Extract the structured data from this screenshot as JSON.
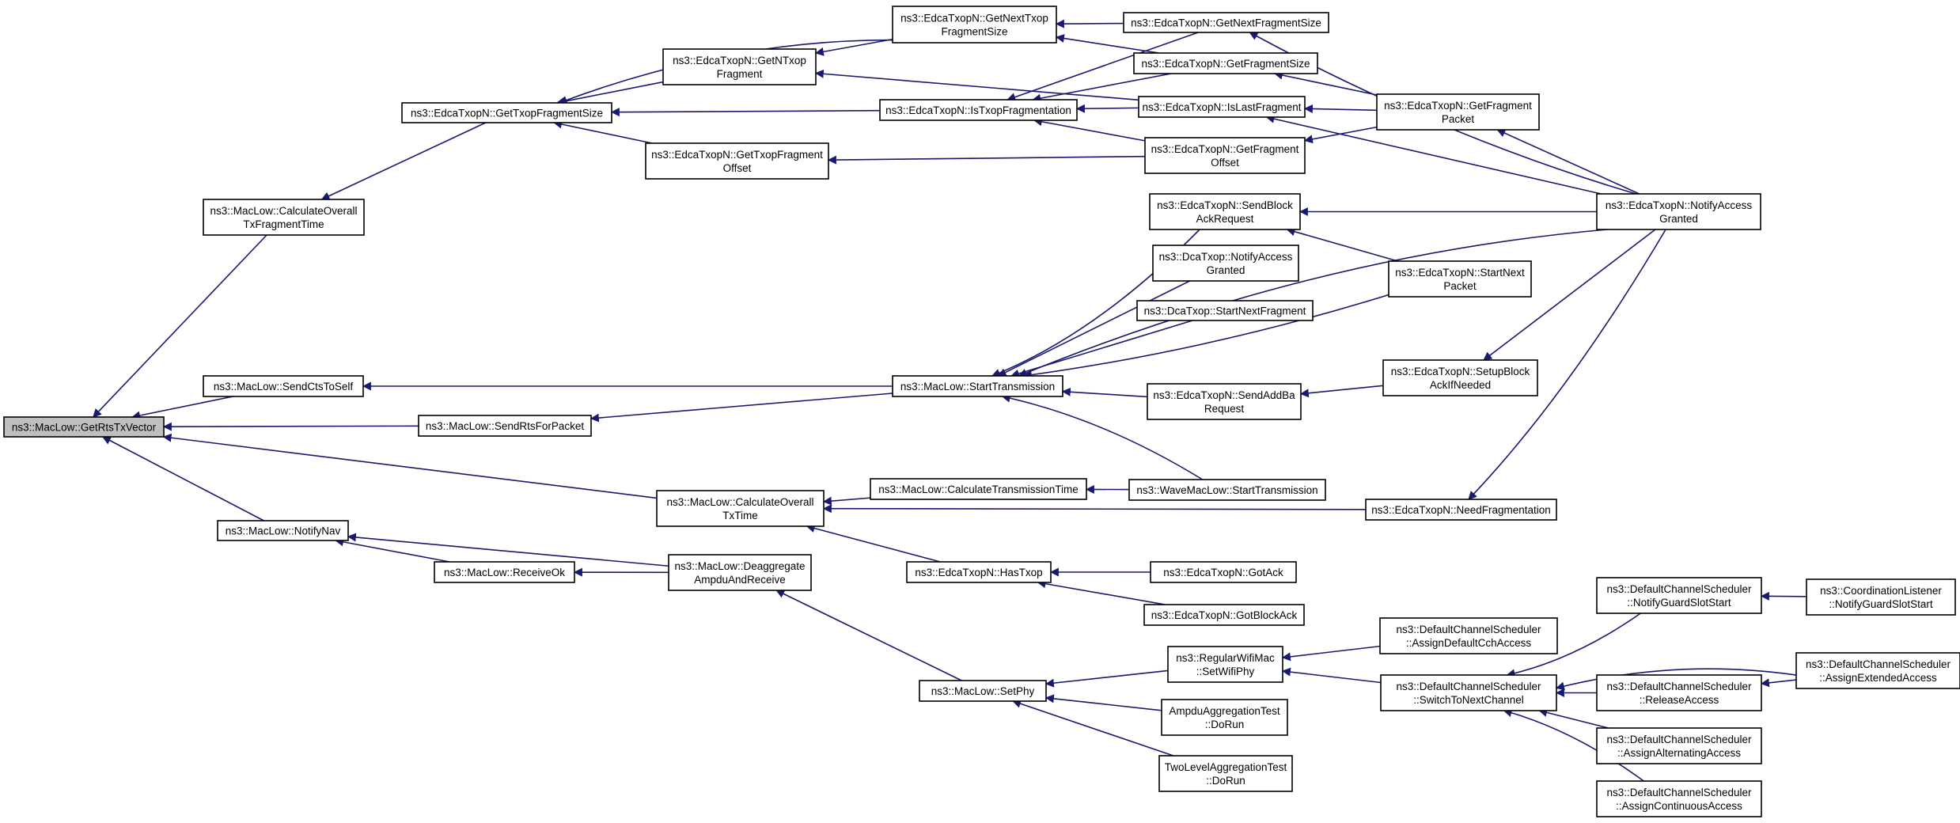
{
  "colors": {
    "edge": "#191970",
    "focus_fill": "#bfbfbf",
    "node_fill": "#ffffff",
    "node_border": "#000000"
  },
  "nodes": {
    "getRts": [
      "ns3::MacLow::GetRtsTxVector"
    ],
    "calcFrag": [
      "ns3::MacLow::CalculateOverall",
      "TxFragmentTime"
    ],
    "sendCts": [
      "ns3::MacLow::SendCtsToSelf"
    ],
    "sendRts": [
      "ns3::MacLow::SendRtsForPacket"
    ],
    "calcTx": [
      "ns3::MacLow::CalculateOverall",
      "TxTime"
    ],
    "notifyNav": [
      "ns3::MacLow::NotifyNav"
    ],
    "receiveOk": [
      "ns3::MacLow::ReceiveOk"
    ],
    "deagg": [
      "ns3::MacLow::Deaggregate",
      "AmpduAndReceive"
    ],
    "getTxopFragSize": [
      "ns3::EdcaTxopN::GetTxopFragmentSize"
    ],
    "getNTxopFrag": [
      "ns3::EdcaTxopN::GetNTxop",
      "Fragment"
    ],
    "getNextTxopFragSize": [
      "ns3::EdcaTxopN::GetNextTxop",
      "FragmentSize"
    ],
    "getTxopFragOffset": [
      "ns3::EdcaTxopN::GetTxopFragment",
      "Offset"
    ],
    "isTxopFrag": [
      "ns3::EdcaTxopN::IsTxopFragmentation"
    ],
    "getNextFragSize": [
      "ns3::EdcaTxopN::GetNextFragmentSize"
    ],
    "getFragSize": [
      "ns3::EdcaTxopN::GetFragmentSize"
    ],
    "isLastFrag": [
      "ns3::EdcaTxopN::IsLastFragment"
    ],
    "getFragOffset": [
      "ns3::EdcaTxopN::GetFragment",
      "Offset"
    ],
    "getFragPacket": [
      "ns3::EdcaTxopN::GetFragment",
      "Packet"
    ],
    "notifyAccess": [
      "ns3::EdcaTxopN::NotifyAccess",
      "Granted"
    ],
    "startTx": [
      "ns3::MacLow::StartTransmission"
    ],
    "sendBlockAck": [
      "ns3::EdcaTxopN::SendBlock",
      "AckRequest"
    ],
    "dcaNotify": [
      "ns3::DcaTxop::NotifyAccess",
      "Granted"
    ],
    "dcaStartNext": [
      "ns3::DcaTxop::StartNextFragment"
    ],
    "sendAddBa": [
      "ns3::EdcaTxopN::SendAddBa",
      "Request"
    ],
    "startNextPacket": [
      "ns3::EdcaTxopN::StartNext",
      "Packet"
    ],
    "setupBlockAck": [
      "ns3::EdcaTxopN::SetupBlock",
      "AckIfNeeded"
    ],
    "calcTransTime": [
      "ns3::MacLow::CalculateTransmissionTime"
    ],
    "waveStartTx": [
      "ns3::WaveMacLow::StartTransmission"
    ],
    "needFrag": [
      "ns3::EdcaTxopN::NeedFragmentation"
    ],
    "hasTxop": [
      "ns3::EdcaTxopN::HasTxop"
    ],
    "gotAck": [
      "ns3::EdcaTxopN::GotAck"
    ],
    "gotBlockAck": [
      "ns3::EdcaTxopN::GotBlockAck"
    ],
    "setPhy": [
      "ns3::MacLow::SetPhy"
    ],
    "regularSetWifiPhy": [
      "ns3::RegularWifiMac",
      "::SetWifiPhy"
    ],
    "ampduTest": [
      "AmpduAggregationTest",
      "::DoRun"
    ],
    "twoLevelTest": [
      "TwoLevelAggregationTest",
      "::DoRun"
    ],
    "assignDefaultCch": [
      "ns3::DefaultChannelScheduler",
      "::AssignDefaultCchAccess"
    ],
    "switchToNext": [
      "ns3::DefaultChannelScheduler",
      "::SwitchToNextChannel"
    ],
    "notifyGuardSlot": [
      "ns3::DefaultChannelScheduler",
      "::NotifyGuardSlotStart"
    ],
    "releaseAccess": [
      "ns3::DefaultChannelScheduler",
      "::ReleaseAccess"
    ],
    "assignAlternating": [
      "ns3::DefaultChannelScheduler",
      "::AssignAlternatingAccess"
    ],
    "assignContinuous": [
      "ns3::DefaultChannelScheduler",
      "::AssignContinuousAccess"
    ],
    "coordListener": [
      "ns3::CoordinationListener",
      "::NotifyGuardSlotStart"
    ],
    "assignExtended": [
      "ns3::DefaultChannelScheduler",
      "::AssignExtendedAccess"
    ]
  }
}
